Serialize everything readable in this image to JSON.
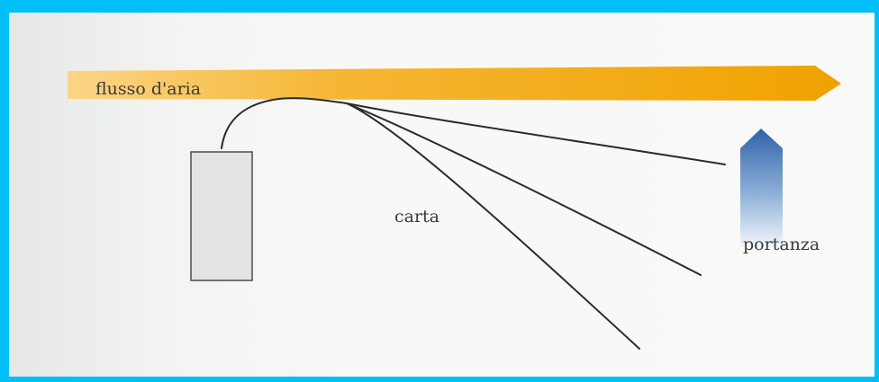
{
  "diagram": {
    "labels": {
      "airflow": "flusso d'aria",
      "paper": "carta",
      "lift": "portanza"
    },
    "colors": {
      "airflow_dark": "#f0a400",
      "airflow_light": "#fbd27a",
      "lift_dark": "#3a6db0",
      "lift_light": "#e6eef8",
      "paper_stroke": "#2b2b2b",
      "block_fill": "#e2e2e2",
      "block_stroke": "#4a4a4a",
      "frame": "#00bff7"
    }
  }
}
